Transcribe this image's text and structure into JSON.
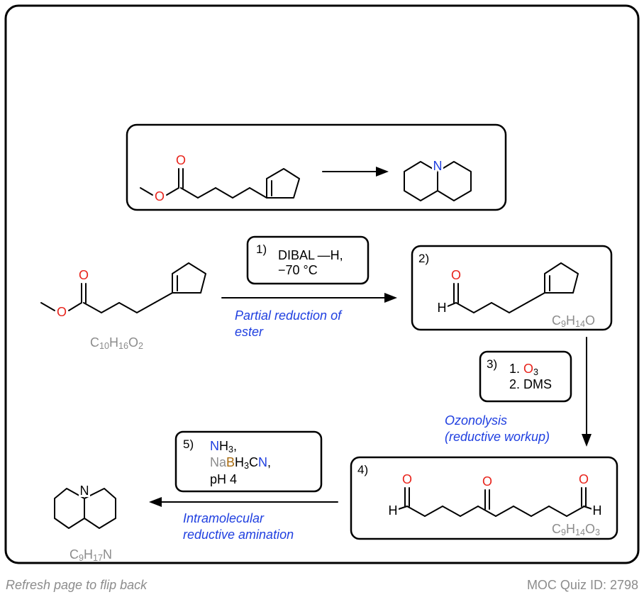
{
  "overview": {
    "arrow": "→"
  },
  "compounds": {
    "start_formula": {
      "C": "C",
      "n1": "10",
      "H": "H",
      "n2": "16",
      "O": "O",
      "n3": "2"
    },
    "aldehyde_formula": {
      "C": "C",
      "n1": "9",
      "H": "H",
      "n2": "14",
      "O": "O",
      "n3": ""
    },
    "trione_formula": {
      "C": "C",
      "n1": "9",
      "H": "H",
      "n2": "14",
      "O": "O",
      "n3": "3"
    },
    "product_formula": {
      "C": "C",
      "n1": "9",
      "H": "H",
      "n2": "17",
      "N": "N"
    }
  },
  "steps": {
    "step1": {
      "number": "1)",
      "line1": "DIBAL —H,",
      "line2": "−70 °C",
      "note1": "Partial reduction of",
      "note2": "ester"
    },
    "step2": {
      "number": "2)"
    },
    "step3": {
      "number": "3)",
      "line1a": "1. ",
      "line1b": "O",
      "line1c": "3",
      "line2": "2. DMS",
      "note1": "Ozonolysis",
      "note2": "(reductive workup)"
    },
    "step4": {
      "number": "4)"
    },
    "step5": {
      "number": "5)",
      "l1a": "N",
      "l1b": "H",
      "l1c": "3",
      "l1d": ",",
      "l2a": "Na",
      "l2b": "B",
      "l2c": "H",
      "l2d": "3",
      "l2e": "C",
      "l2f": "N",
      "l2g": ",",
      "line3": "pH 4",
      "note1": "Intramolecular",
      "note2": "reductive amination"
    }
  },
  "atoms": {
    "O": "O",
    "N": "N",
    "H": "H"
  },
  "footer": {
    "left": "Refresh page to flip back",
    "right": "MOC Quiz ID: 2798"
  },
  "colors": {
    "oxygen": "#e8231b",
    "nitrogen": "#1f3fe0",
    "annotation": "#1f3fe0",
    "formula": "#8c8c8c",
    "boron": "#a86b0f"
  }
}
